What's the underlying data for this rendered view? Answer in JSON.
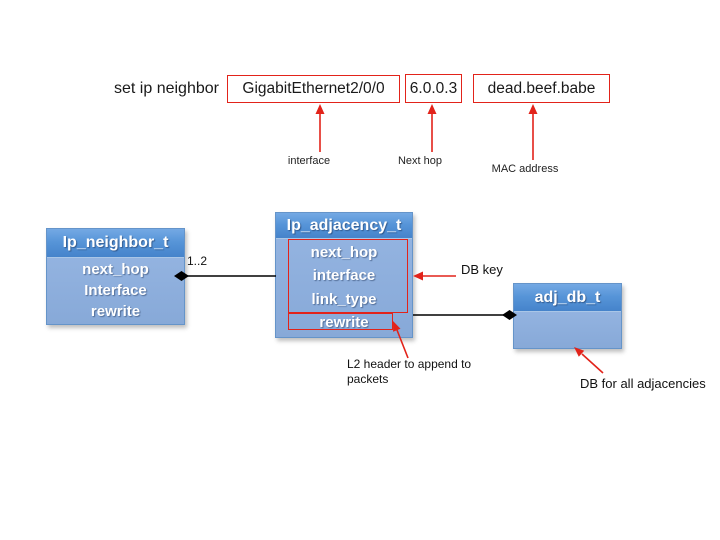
{
  "command": {
    "prefix": "set ip neighbor",
    "args": [
      {
        "value": "GigabitEthernet2/0/0",
        "label": "interface"
      },
      {
        "value": "6.0.0.3",
        "label": "Next hop"
      },
      {
        "value": "dead.beef.babe",
        "label": "MAC address"
      }
    ]
  },
  "classes": {
    "ip_neighbor": {
      "title": "Ip_neighbor_t",
      "fields": [
        "next_hop",
        "Interface",
        "rewrite"
      ]
    },
    "ip_adjacency": {
      "title": "Ip_adjacency_t",
      "fields": [
        "next_hop",
        "interface",
        "link_type",
        "rewrite"
      ]
    },
    "adj_db": {
      "title": "adj_db_t",
      "fields": []
    }
  },
  "annotations": {
    "multiplicity": "1..2",
    "db_key": "DB key",
    "l2_header_note": "L2 header to append to packets",
    "adj_db_note": "DB for all adjacencies"
  },
  "colors": {
    "annotation_red": "#e2231a",
    "box_header_blue": "#4583cb",
    "box_body_blue": "#8caedd",
    "connector_black": "#000000"
  }
}
